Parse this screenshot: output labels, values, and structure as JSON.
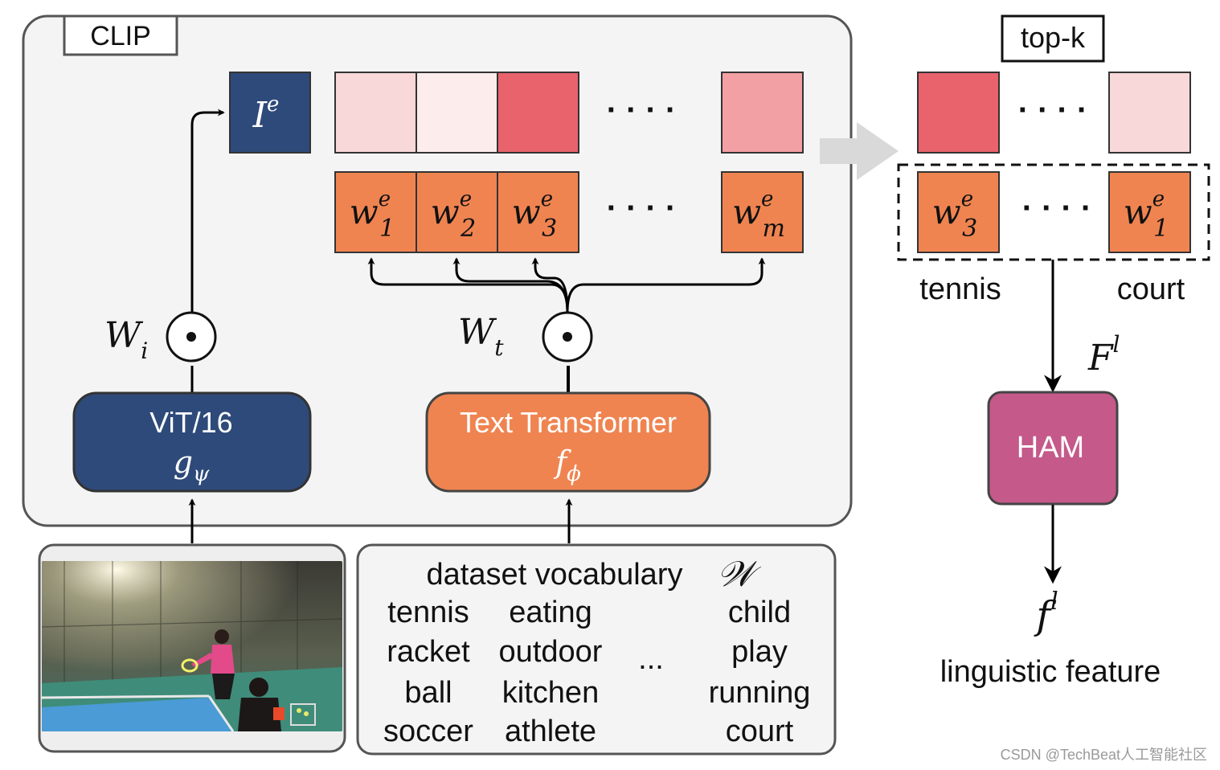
{
  "clip_label": "CLIP",
  "topk_label": "top-k",
  "image_embedding": {
    "base": "I",
    "sup": "e"
  },
  "image_weight": {
    "base": "W",
    "sub": "i"
  },
  "text_weight": {
    "base": "W",
    "sub": "t"
  },
  "hadamard_symbol": "⊙",
  "dots": "· · · ·",
  "similarity_cells": [
    {
      "color": "#f8d8d8"
    },
    {
      "color": "#fcecec"
    },
    {
      "color": "#e8636c"
    },
    {
      "color": "#f3a0a4"
    }
  ],
  "word_embeddings": [
    {
      "base": "w",
      "sup": "e",
      "sub": "1"
    },
    {
      "base": "w",
      "sup": "e",
      "sub": "2"
    },
    {
      "base": "w",
      "sup": "e",
      "sub": "3"
    },
    {
      "base": "w",
      "sup": "e",
      "sub": "m"
    }
  ],
  "vit": {
    "title": "ViT/16",
    "sym_base": "g",
    "sym_sub": "ψ"
  },
  "text_transformer": {
    "title": "Text Transformer",
    "sym_base": "f",
    "sym_sub": "ϕ"
  },
  "vocabulary": {
    "title": "dataset vocabulary",
    "symbol": "𝒲",
    "col1": [
      "tennis",
      "racket",
      "ball",
      "soccer"
    ],
    "col2": [
      "eating",
      "outdoor",
      "kitchen",
      "athlete"
    ],
    "ellipsis": "...",
    "col4": [
      "child",
      "play",
      "running",
      "court"
    ]
  },
  "topk": {
    "cells": [
      {
        "color": "#e8636c"
      },
      {
        "color": "#f8d8d8"
      }
    ],
    "words": [
      {
        "base": "w",
        "sup": "e",
        "sub": "3",
        "label": "tennis"
      },
      {
        "base": "w",
        "sup": "e",
        "sub": "1",
        "label": "court"
      }
    ]
  },
  "feature_Fl": {
    "base": "F",
    "sup": "l"
  },
  "ham": "HAM",
  "output_fl": {
    "base": "f",
    "sup": "l"
  },
  "output_label": "linguistic feature",
  "watermark": "CSDN @TechBeat人工智能社区",
  "colors": {
    "navy": "#2e4a7a",
    "orange": "#ef8451",
    "magenta": "#c4598a",
    "panel": "#f4f4f4",
    "outline": "#555555"
  }
}
